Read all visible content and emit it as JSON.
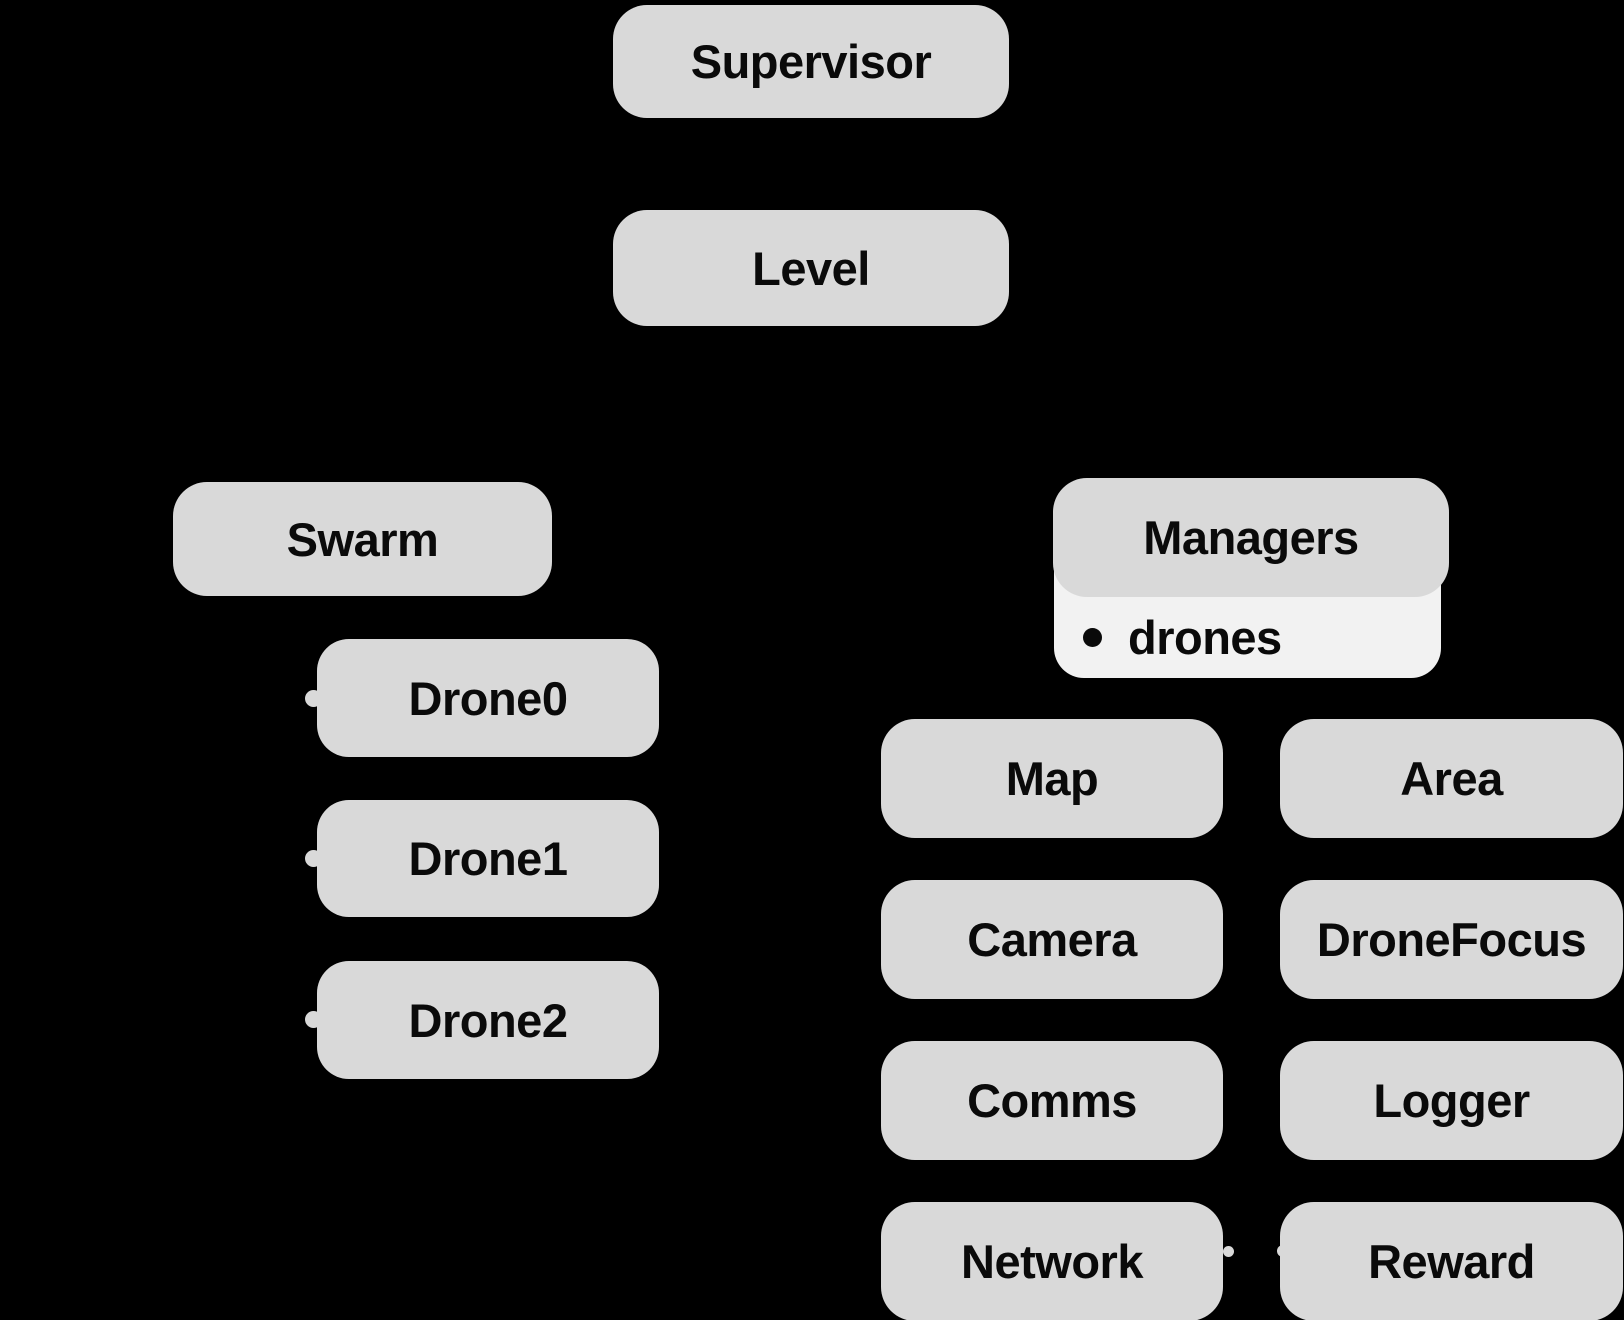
{
  "colors": {
    "background": "#000000",
    "node_fill": "#d9d9d9",
    "managers_body_fill": "#f2f2f2",
    "text": "#0a0a0a"
  },
  "nodes": {
    "supervisor": {
      "label": "Supervisor"
    },
    "level": {
      "label": "Level"
    },
    "swarm": {
      "label": "Swarm"
    },
    "drone0": {
      "label": "Drone0"
    },
    "drone1": {
      "label": "Drone1"
    },
    "drone2": {
      "label": "Drone2"
    },
    "managers": {
      "label": "Managers",
      "items": [
        {
          "label": "drones"
        }
      ]
    },
    "map": {
      "label": "Map"
    },
    "area": {
      "label": "Area"
    },
    "camera": {
      "label": "Camera"
    },
    "dronefocus": {
      "label": "DroneFocus"
    },
    "comms": {
      "label": "Comms"
    },
    "logger": {
      "label": "Logger"
    },
    "network": {
      "label": "Network"
    },
    "reward": {
      "label": "Reward"
    }
  }
}
